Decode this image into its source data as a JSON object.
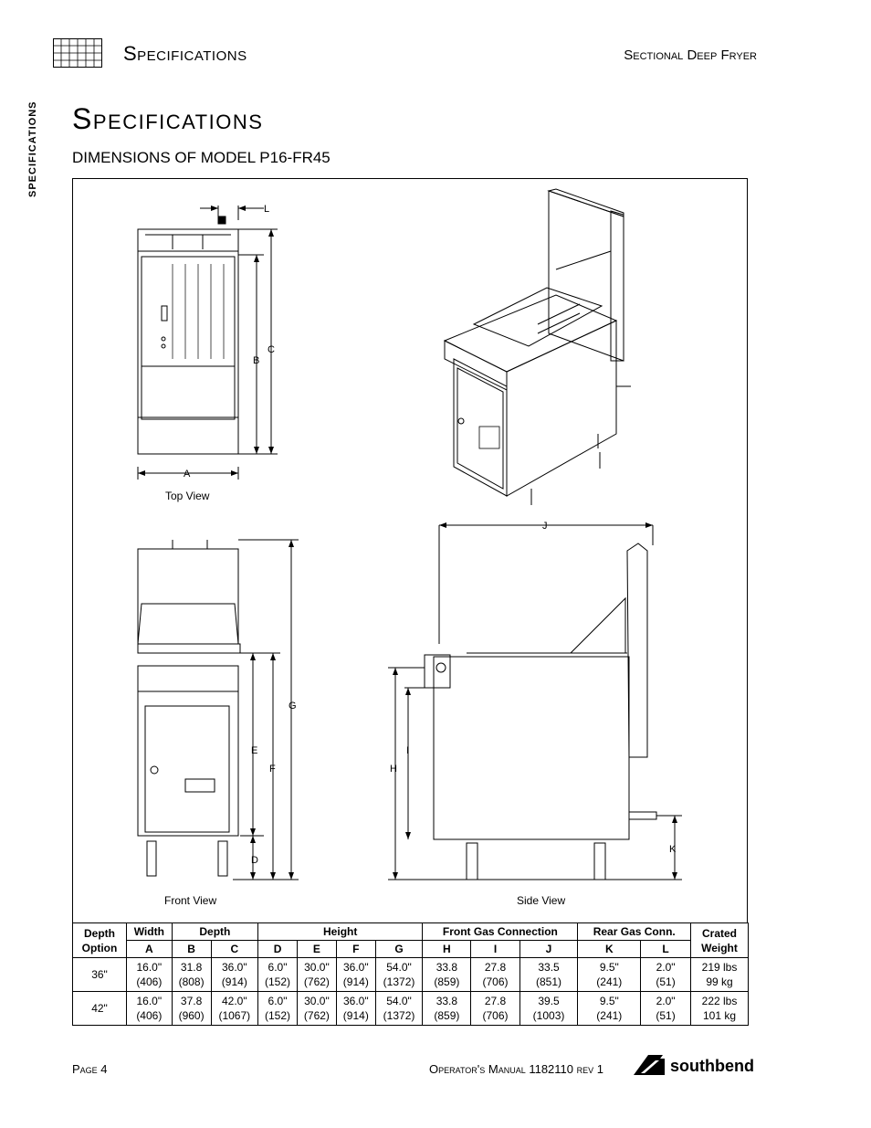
{
  "header": {
    "title": "Specifications",
    "doc_title": "Sectional Deep Fryer"
  },
  "side_tab": "SPECIFICATIONS",
  "page_title": "Specifications",
  "subtitle": "DIMENSIONS OF MODEL P16-FR45",
  "figure": {
    "top_view_caption": "Top View",
    "front_view_caption": "Front View",
    "side_view_caption": "Side View",
    "dimension_labels": [
      "A",
      "B",
      "C",
      "D",
      "E",
      "F",
      "G",
      "H",
      "I",
      "J",
      "K",
      "L"
    ],
    "logo_badge": "southbend"
  },
  "table": {
    "group_headers": [
      "Depth Option",
      "Width",
      "Depth",
      "Height",
      "Front Gas Connection",
      "Rear Gas Conn.",
      "Crated Weight"
    ],
    "columns": [
      "A",
      "B",
      "C",
      "D",
      "E",
      "F",
      "G",
      "H",
      "I",
      "J",
      "K",
      "L"
    ],
    "rows": [
      {
        "option": "36\"",
        "values": [
          [
            "16.0\"",
            "(406)"
          ],
          [
            "31.8",
            "(808)"
          ],
          [
            "36.0\"",
            "(914)"
          ],
          [
            "6.0\"",
            "(152)"
          ],
          [
            "30.0\"",
            "(762)"
          ],
          [
            "36.0\"",
            "(914)"
          ],
          [
            "54.0\"",
            "(1372)"
          ],
          [
            "33.8",
            "(859)"
          ],
          [
            "27.8",
            "(706)"
          ],
          [
            "33.5",
            "(851)"
          ],
          [
            "9.5\"",
            "(241)"
          ],
          [
            "2.0\"",
            "(51)"
          ]
        ],
        "weight": [
          "219 lbs",
          "99 kg"
        ]
      },
      {
        "option": "42\"",
        "values": [
          [
            "16.0\"",
            "(406)"
          ],
          [
            "37.8",
            "(960)"
          ],
          [
            "42.0\"",
            "(1067)"
          ],
          [
            "6.0\"",
            "(152)"
          ],
          [
            "30.0\"",
            "(762)"
          ],
          [
            "36.0\"",
            "(914)"
          ],
          [
            "54.0\"",
            "(1372)"
          ],
          [
            "33.8",
            "(859)"
          ],
          [
            "27.8",
            "(706)"
          ],
          [
            "39.5",
            "(1003)"
          ],
          [
            "9.5\"",
            "(241)"
          ],
          [
            "2.0\"",
            "(51)"
          ]
        ],
        "weight": [
          "222 lbs",
          "101 kg"
        ]
      }
    ]
  },
  "footer": {
    "page": "Page 4",
    "manual": "Operator's Manual 1182110 rev 1",
    "logo_text": "southbend"
  }
}
